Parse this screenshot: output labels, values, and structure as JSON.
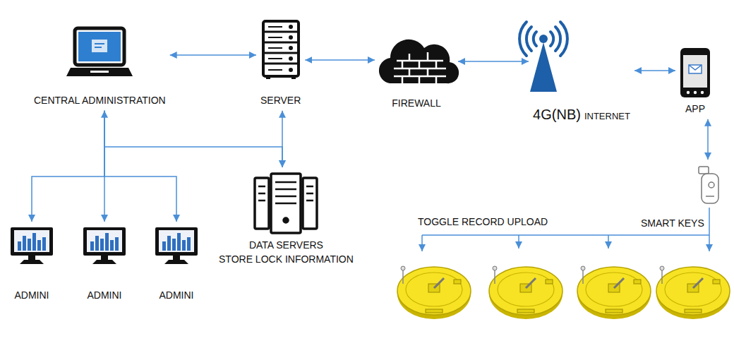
{
  "diagram": {
    "nodes": [
      {
        "text": [
          "CENTRAL ADMINISTRATION"
        ]
      },
      {
        "text": [
          "SERVER"
        ]
      },
      {
        "text": [
          "FIREWALL"
        ]
      },
      {
        "text": [
          "4G(NB)",
          "INTERNET"
        ]
      },
      {
        "text": [
          "APP"
        ]
      },
      {
        "text": [
          "SMART KEYS"
        ]
      },
      {
        "text": [
          "DATA SERVERS",
          "STORE LOCK INFORMATION"
        ]
      },
      {
        "text": [
          "ADMINI"
        ]
      },
      {
        "text": [
          "ADMINI"
        ]
      },
      {
        "text": [
          "ADMINI"
        ]
      }
    ],
    "edges": [
      {
        "from": 0,
        "to": 1,
        "arrow": "both"
      },
      {
        "from": 1,
        "to": 2,
        "arrow": "both"
      },
      {
        "from": 2,
        "to": 3,
        "arrow": "both"
      },
      {
        "from": 3,
        "to": 4,
        "arrow": "both"
      },
      {
        "from": 4,
        "to": 5,
        "arrow": "both"
      },
      {
        "from": 1,
        "to": 6,
        "arrow": "both"
      },
      {
        "from": 0,
        "to": 6,
        "arrow": "both"
      },
      {
        "from": 0,
        "to": 7,
        "arrow": "to"
      },
      {
        "from": 0,
        "to": 8,
        "arrow": "to"
      },
      {
        "from": 0,
        "to": 9,
        "arrow": "to"
      }
    ],
    "labels": [
      "TOGGLE RECORD UPLOAD"
    ]
  }
}
